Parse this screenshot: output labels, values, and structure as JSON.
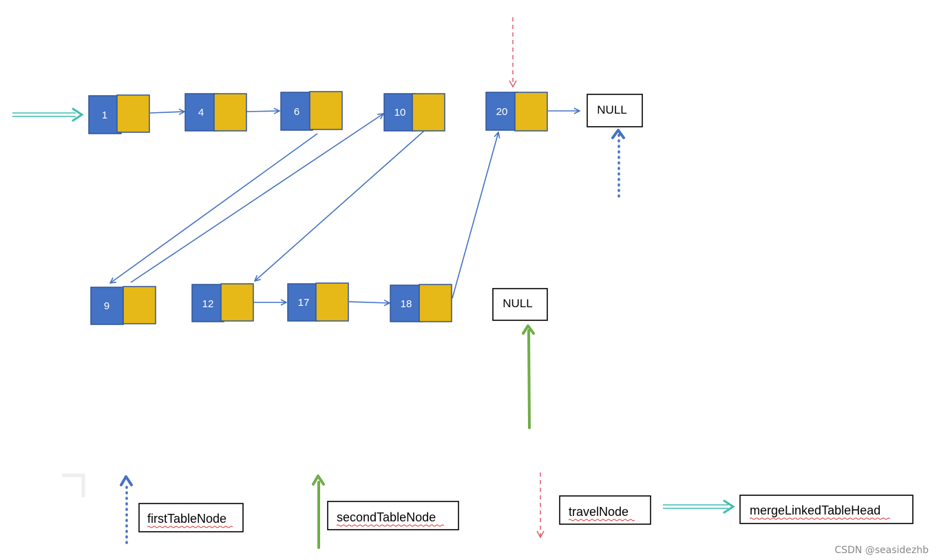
{
  "diagram": {
    "list_nodes": [
      {
        "id": "n1",
        "value": "1"
      },
      {
        "id": "n4",
        "value": "4"
      },
      {
        "id": "n6",
        "value": "6"
      },
      {
        "id": "n10",
        "value": "10"
      },
      {
        "id": "n20",
        "value": "20"
      },
      {
        "id": "n9",
        "value": "9"
      },
      {
        "id": "n12",
        "value": "12"
      },
      {
        "id": "n17",
        "value": "17"
      },
      {
        "id": "n18",
        "value": "18"
      }
    ],
    "null_top": "NULL",
    "null_bottom": "NULL",
    "legend": {
      "first": "firstTableNode",
      "second": "secondTableNode",
      "travel": "travelNode",
      "merge": "mergeLinkedTableHead"
    },
    "colors": {
      "node_value_fill": "#4472c4",
      "node_pointer_fill": "#e6b818",
      "link": "#4472c4",
      "first_pointer": "#4472c4",
      "second_pointer": "#70ad47",
      "travel_pointer": "#e05a6b",
      "merge_pointer": "#3cbfae"
    }
  },
  "watermark": "CSDN @seasidezhb"
}
